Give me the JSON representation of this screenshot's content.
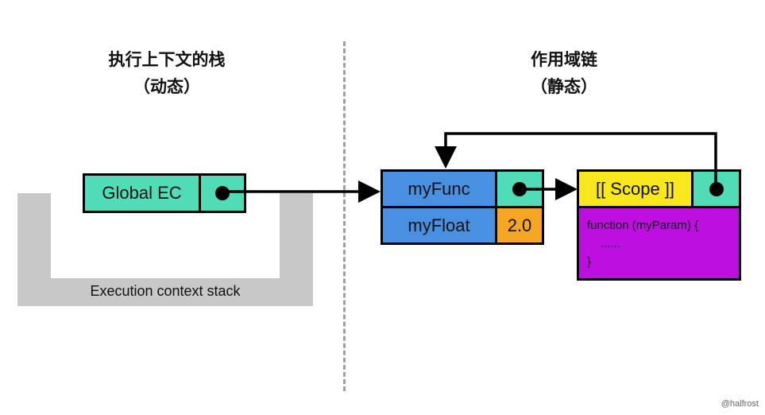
{
  "left_panel": {
    "title_line1": "执行上下文的栈",
    "title_line2": "（动态）",
    "stack_label": "Execution context stack",
    "global_ec_label": "Global EC"
  },
  "right_panel": {
    "title_line1": "作用域链",
    "title_line2": "（静态）",
    "variables": [
      {
        "name": "myFunc",
        "value": ""
      },
      {
        "name": "myFloat",
        "value": "2.0"
      }
    ],
    "function_object": {
      "scope_label": "[[ Scope ]]",
      "code_lines": [
        "function (myParam) {",
        "    ......",
        "}"
      ]
    }
  },
  "watermark": "@halfrost",
  "colors": {
    "teal": "#4fdcb6",
    "blue": "#4a90e2",
    "orange": "#f5a623",
    "yellow": "#f8e71c",
    "purple": "#bd10e0",
    "gray": "#c8c8c8",
    "divider": "#9e9e9e"
  },
  "icons": [
    "pointer-dot-icon",
    "arrow-icon"
  ]
}
